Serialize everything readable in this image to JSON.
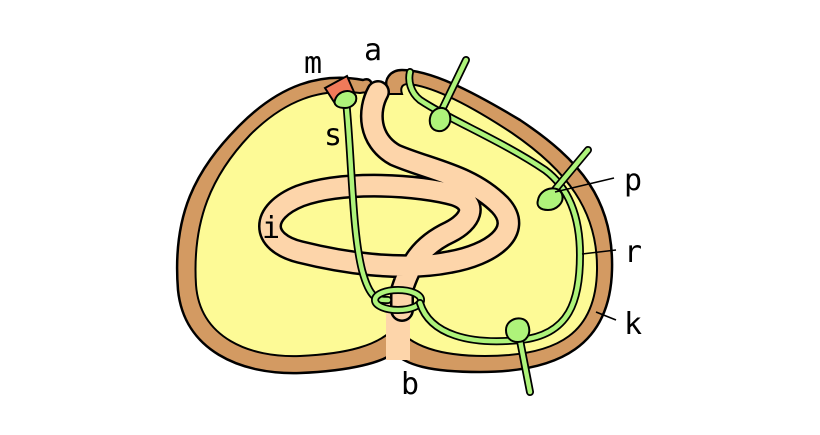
{
  "labels": {
    "m": "m",
    "a": "a",
    "s": "s",
    "i": "i",
    "p": "p",
    "r": "r",
    "k": "k",
    "b": "b"
  },
  "colors": {
    "background": "#ffffff",
    "outer_wall": "#d39a62",
    "wall_stroke": "#000000",
    "cavity_fill": "#fdfa96",
    "gut_fill": "#fdd5aa",
    "nerve_fill": "#aef37a",
    "marker_fill": "#f07a5a"
  }
}
